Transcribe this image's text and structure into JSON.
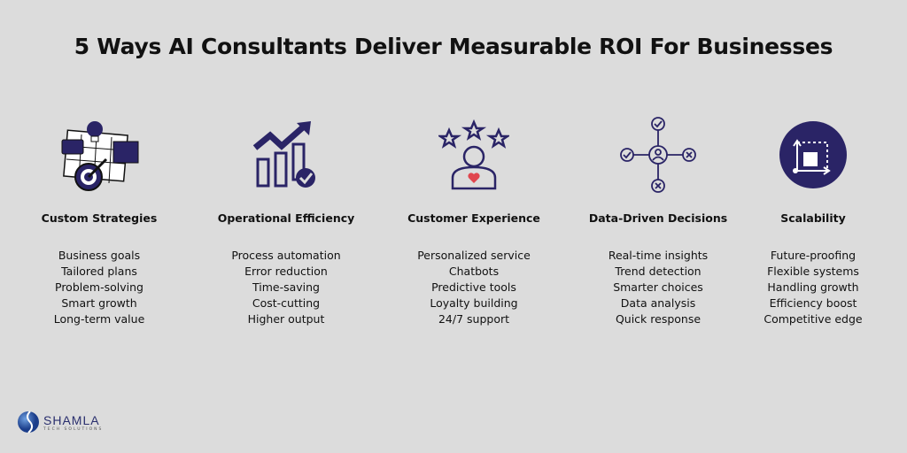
{
  "title": "5 Ways AI Consultants Deliver Measurable ROI For Businesses",
  "accent": "#2a2466",
  "columns": [
    {
      "icon": "strategy-target-icon",
      "heading": "Custom Strategies",
      "items": [
        "Business goals",
        "Tailored plans",
        "Problem-solving",
        "Smart growth",
        "Long-term value"
      ]
    },
    {
      "icon": "growth-chart-icon",
      "heading": "Operational Efficiency",
      "items": [
        "Process automation",
        "Error reduction",
        "Time-saving",
        "Cost-cutting",
        "Higher output"
      ]
    },
    {
      "icon": "customer-stars-icon",
      "heading": "Customer Experience",
      "items": [
        "Personalized service",
        "Chatbots",
        "Predictive tools",
        "Loyalty building",
        "24/7 support"
      ]
    },
    {
      "icon": "decision-network-icon",
      "heading": "Data-Driven Decisions",
      "items": [
        "Real-time insights",
        "Trend detection",
        "Smarter choices",
        "Data analysis",
        "Quick response"
      ]
    },
    {
      "icon": "scalability-icon",
      "heading": "Scalability",
      "items": [
        "Future-proofing",
        "Flexible systems",
        "Handling growth",
        "Efficiency boost",
        "Competitive edge"
      ]
    }
  ],
  "logo": {
    "name": "SHAMLA",
    "tagline": "TECH SOLUTIONS"
  }
}
